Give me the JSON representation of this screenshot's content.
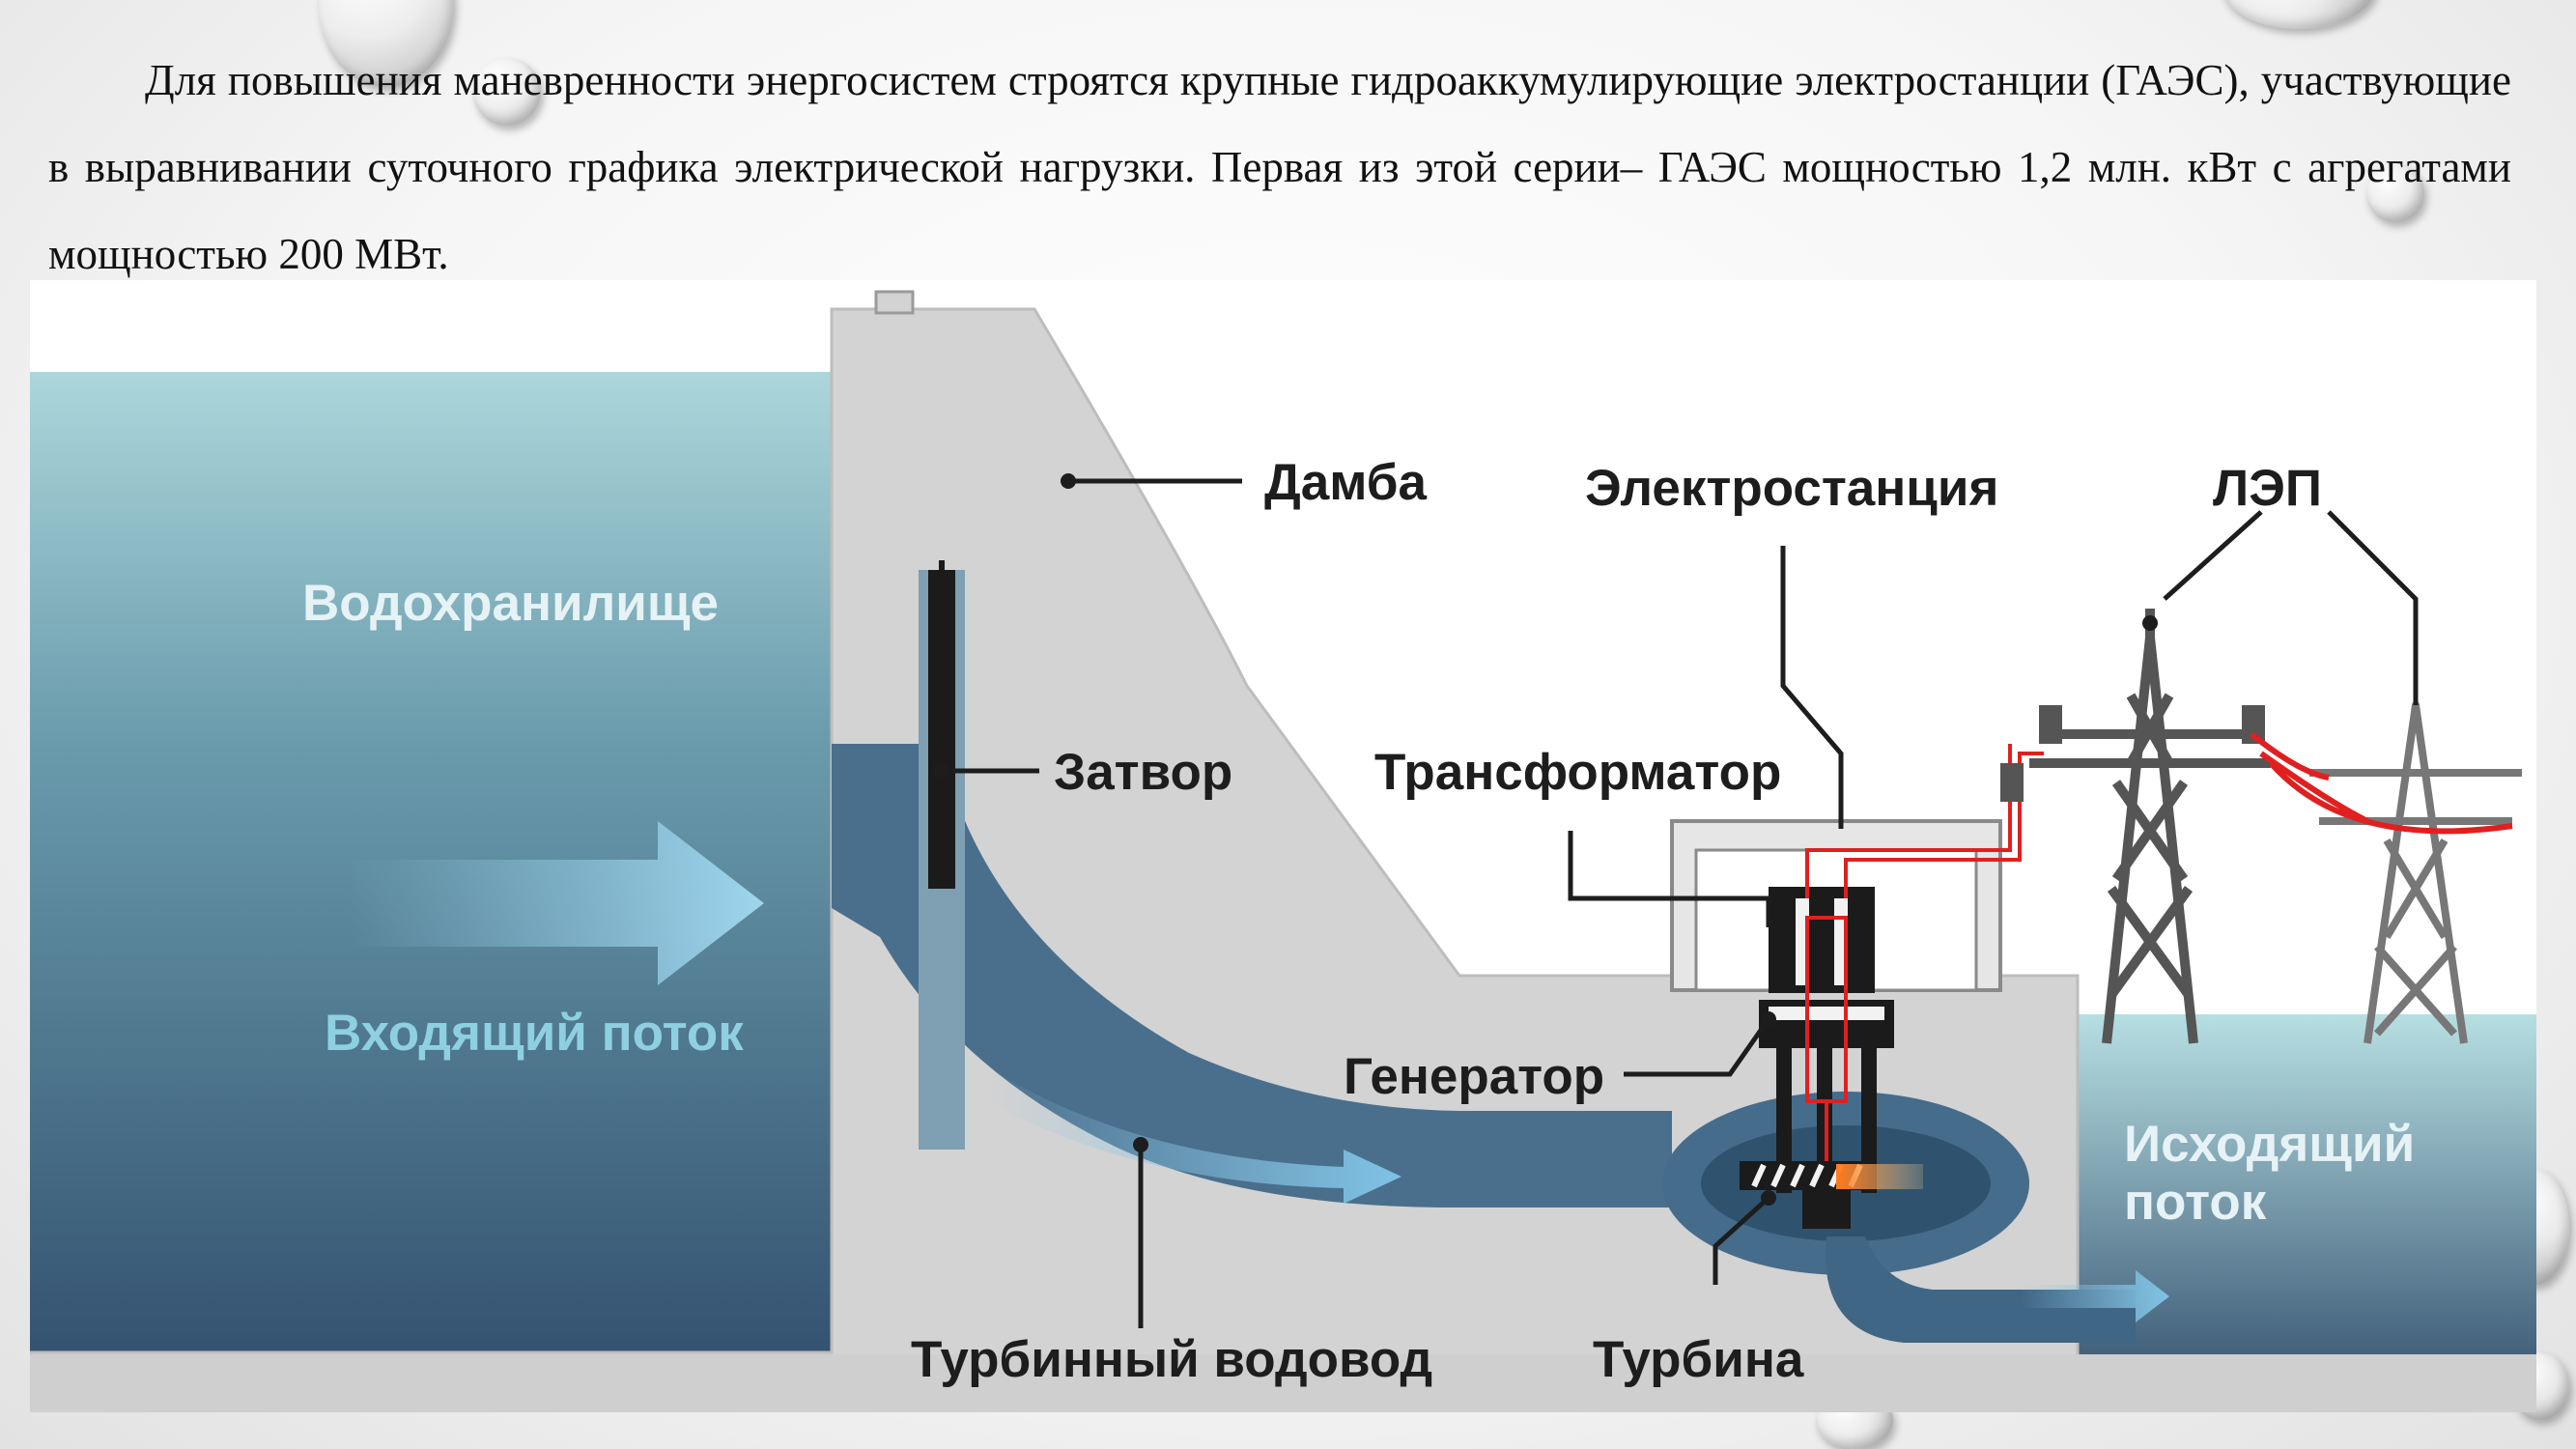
{
  "intro_text": "Для повышения маневренности энергосистем строятся крупные гидроаккумулирующие электростанции (ГАЭС), участвующие в выравнивании суточного графика электрической нагрузки. Первая из этой серии– ГАЭС мощностью 1,2 млн. кВт с агрегатами мощностью 200 МВт.",
  "labels": {
    "reservoir": "Водохранилище",
    "inflow": "Входящий поток",
    "dam": "Дамба",
    "gate": "Затвор",
    "power_station": "Электростанция",
    "power_line": "ЛЭП",
    "transformer": "Трансформатор",
    "generator": "Генератор",
    "outflow_line1": "Исходящий",
    "outflow_line2": "поток",
    "penstock": "Турбинный водовод",
    "turbine": "Турбина"
  },
  "colors": {
    "water_top": "#a9d5d9",
    "water_bottom": "#2f4d6c",
    "concrete": "#d3d3d3",
    "wire_red": "#e02020",
    "label_dark": "#1d1d1d",
    "label_light": "#e6f2f6",
    "label_blue": "#8ed0e2"
  }
}
